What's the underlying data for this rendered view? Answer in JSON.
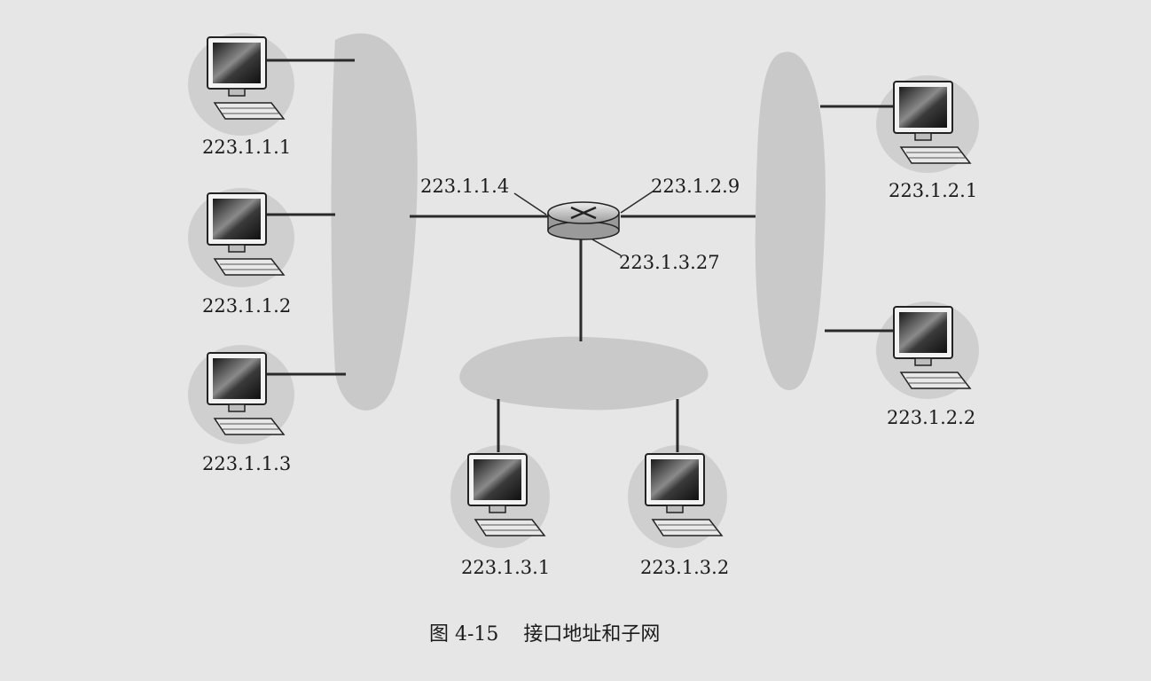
{
  "figure": {
    "caption": "图 4-15    接口地址和子网"
  },
  "router": {
    "interfaces": [
      {
        "id": "left",
        "label": "223.1.1.4"
      },
      {
        "id": "right",
        "label": "223.1.2.9"
      },
      {
        "id": "bottom",
        "label": "223.1.3.27"
      }
    ]
  },
  "subnets": [
    {
      "id": "subnet-1",
      "hosts": [
        {
          "label": "223.1.1.1"
        },
        {
          "label": "223.1.1.2"
        },
        {
          "label": "223.1.1.3"
        }
      ]
    },
    {
      "id": "subnet-2",
      "hosts": [
        {
          "label": "223.1.2.1"
        },
        {
          "label": "223.1.2.2"
        }
      ]
    },
    {
      "id": "subnet-3",
      "hosts": [
        {
          "label": "223.1.3.1"
        },
        {
          "label": "223.1.3.2"
        }
      ]
    }
  ],
  "colors": {
    "background": "#e6e6e6",
    "subnet_fill": "#c9c9c9",
    "host_halo": "#cfcfcf",
    "line": "#2a2a2a"
  }
}
